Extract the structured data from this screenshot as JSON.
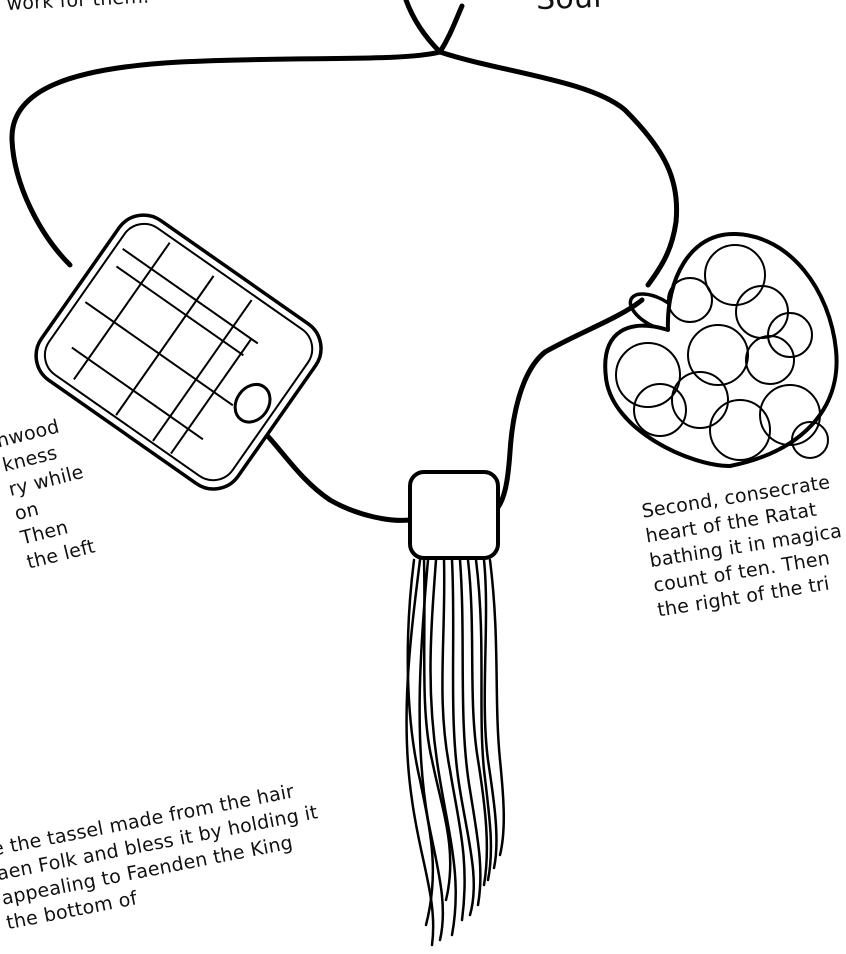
{
  "diagram": {
    "line_color": "#000000",
    "background": "#ffffff",
    "parts": [
      {
        "name": "cord-loop",
        "icon": "cord-icon"
      },
      {
        "name": "rectangular-charm",
        "icon": "grid-tablet-icon"
      },
      {
        "name": "heart-charm",
        "icon": "heart-circles-icon"
      },
      {
        "name": "square-bead",
        "icon": "bead-icon"
      },
      {
        "name": "tassel",
        "icon": "tassel-icon"
      }
    ]
  },
  "annotations": {
    "top_left": [
      "work for them."
    ],
    "top_right": [
      "Soul"
    ],
    "left": [
      "nwood",
      "kness",
      "ry while",
      "on",
      "Then",
      "the left"
    ],
    "right": [
      "Second, consecrate",
      "heart of the Ratat",
      "bathing it in magica",
      "count of ten. Then",
      "the right of the tri"
    ],
    "bottom": [
      "e the tassel made from the hair",
      "aen Folk and bless it by holding it",
      "appealing to Faenden the King",
      "the bottom of"
    ]
  }
}
